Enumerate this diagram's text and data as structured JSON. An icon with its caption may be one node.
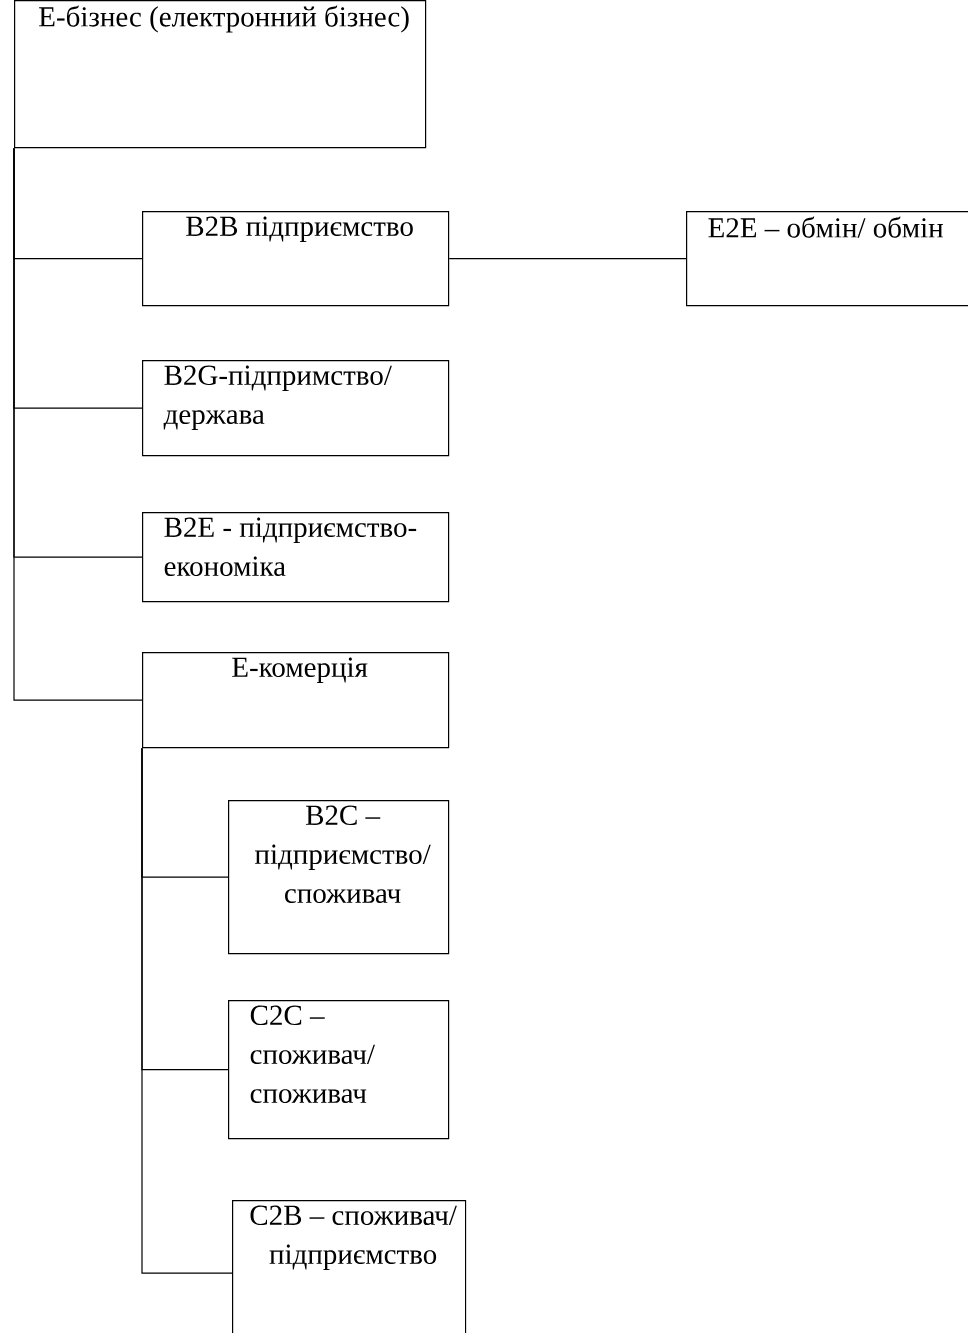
{
  "diagram": {
    "nodes": [
      {
        "text": [
          "Е-бізнес (електронний бізнес)"
        ]
      },
      {
        "text": [
          "B2B підприємство"
        ]
      },
      {
        "text": [
          "E2E – обмін/ обмін"
        ]
      },
      {
        "text": [
          "B2G-підпримство/ держава"
        ]
      },
      {
        "text": [
          "B2E - підприємство-економіка"
        ]
      },
      {
        "text": [
          "Е-комерція"
        ]
      },
      {
        "text": [
          "B2C – підприємство/ споживач"
        ]
      },
      {
        "text": [
          "C2C – споживач/ споживач"
        ]
      },
      {
        "text": [
          "C2B – споживач/ підприємство"
        ]
      }
    ],
    "edges": [
      {
        "from": 0,
        "to": 1,
        "arrow": "none"
      },
      {
        "from": 0,
        "to": 3,
        "arrow": "none"
      },
      {
        "from": 0,
        "to": 4,
        "arrow": "none"
      },
      {
        "from": 0,
        "to": 5,
        "arrow": "none"
      },
      {
        "from": 1,
        "to": 2,
        "arrow": "none"
      },
      {
        "from": 5,
        "to": 6,
        "arrow": "none"
      },
      {
        "from": 5,
        "to": 7,
        "arrow": "none"
      },
      {
        "from": 5,
        "to": 8,
        "arrow": "none"
      }
    ]
  }
}
